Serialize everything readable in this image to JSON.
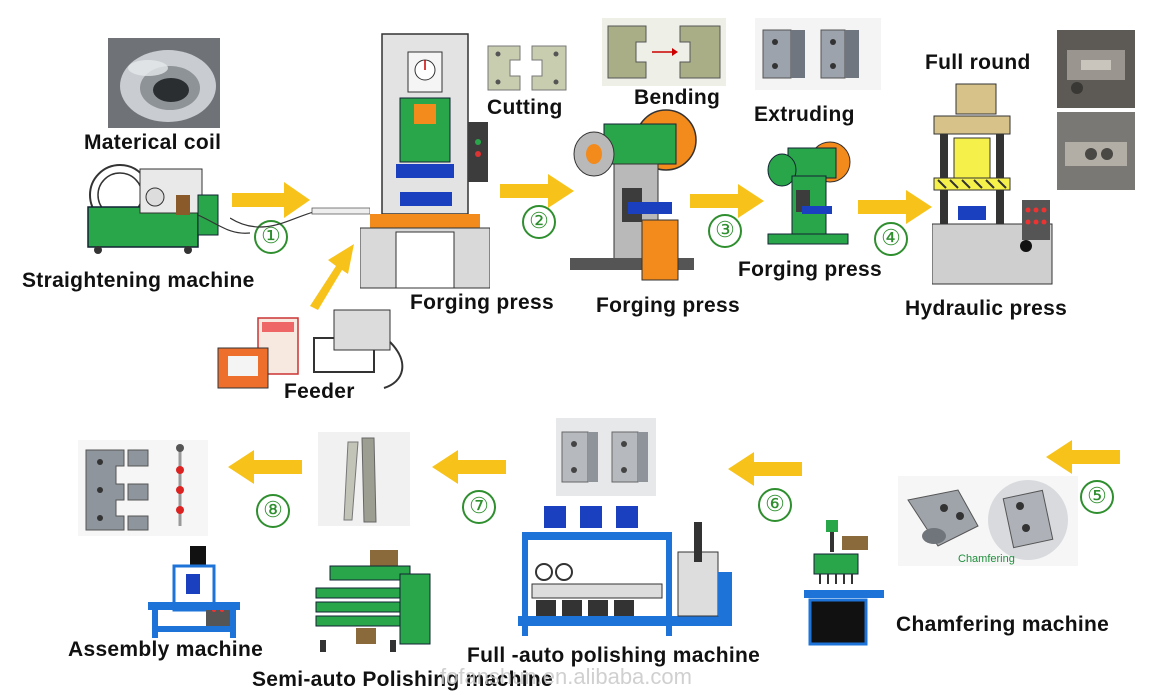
{
  "labels": {
    "material_coil": "Materical coil",
    "straightening": "Straightening machine",
    "feeder": "Feeder",
    "forging1": "Forging press",
    "cutting": "Cutting",
    "bending": "Bending",
    "forging2": "Forging press",
    "extruding": "Extruding",
    "forging3": "Forging press",
    "full_round": "Full round",
    "hydraulic": "Hydraulic press",
    "chamfering_machine": "Chamfering machine",
    "chamfering_tag": "Chamfering",
    "full_auto": "Full -auto polishing machine",
    "semi_auto": "Semi-auto Polishing machine",
    "assembly": "Assembly machine"
  },
  "steps": [
    "①",
    "②",
    "③",
    "④",
    "⑤",
    "⑥",
    "⑦",
    "⑧"
  ],
  "watermark": "fofanshun.en.alibaba.com",
  "colors": {
    "arrow": "#f7c31a",
    "step_green": "#2f8f2f",
    "machine_green": "#2aa64a",
    "machine_grey": "#b9b9b9",
    "press_orange": "#f28a1c",
    "press_blue": "#1a3fbf",
    "polish_blue": "#1e73d8"
  }
}
